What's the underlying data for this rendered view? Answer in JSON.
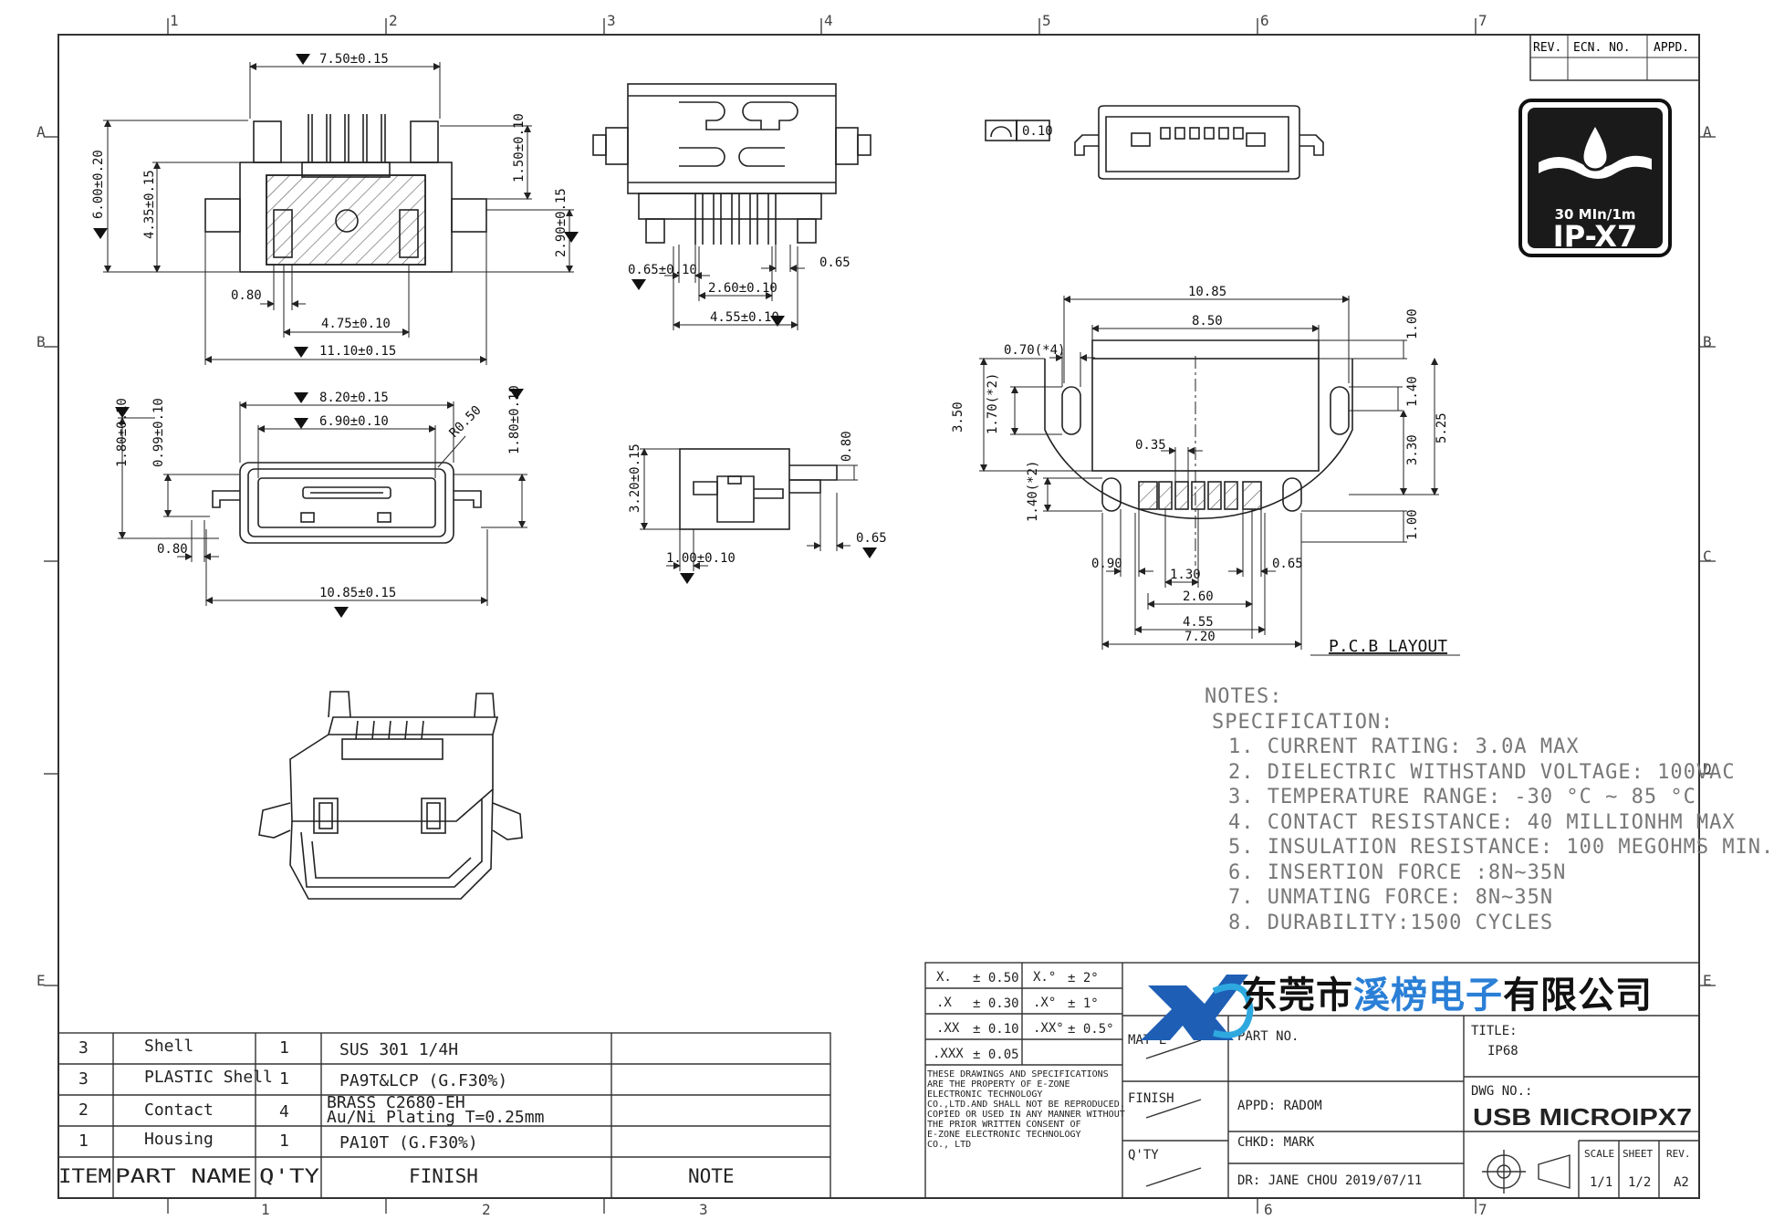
{
  "grid": {
    "top_cols": [
      "1",
      "2",
      "3",
      "4",
      "5",
      "6",
      "7"
    ],
    "bottom_cols": [
      "1",
      "2",
      "3",
      "6",
      "7"
    ],
    "rows_left": [
      "A",
      "B",
      "E"
    ],
    "rows_right": [
      "A",
      "B",
      "C",
      "D",
      "E"
    ]
  },
  "revision_block": {
    "rev": "REV.",
    "ecn": "ECN. NO.",
    "appd": "APPD."
  },
  "ip_badge": {
    "line1": "30 MIn/1m",
    "line2": "IP-X7"
  },
  "dimensions": {
    "front_top": [
      "7.50±0.15",
      "6.00±0.20",
      "4.35±0.15",
      "1.50±0.10",
      "2.90±0.15",
      "0.80",
      "4.75±0.10",
      "11.10±0.15"
    ],
    "top_view": [
      "0.65±0.10",
      "0.65",
      "2.60±0.10",
      "4.55±0.10"
    ],
    "side_small": [
      "0.10"
    ],
    "front_open": [
      "8.20±0.15",
      "6.90±0.10",
      "R0.50",
      "1.80±0.10",
      "0.99±0.10",
      "1.80±0.10",
      "0.80",
      "10.85±0.15"
    ],
    "side_view": [
      "3.20±0.15",
      "0.80",
      "1.00±0.10",
      "0.65"
    ],
    "pcb": [
      "10.85",
      "8.50",
      "0.70(*4)",
      "1.00",
      "3.50",
      "1.70(*2)",
      "1.40",
      "5.25",
      "0.35",
      "3.30",
      "1.40(*2)",
      "1.00",
      "0.90",
      "0.65",
      "1.30",
      "2.60",
      "4.55",
      "7.20"
    ],
    "pcb_title": "P.C.B LAYOUT"
  },
  "notes": {
    "title": "NOTES:",
    "subtitle": "SPECIFICATION:",
    "items": [
      "1. CURRENT RATING: 3.0A MAX",
      "2. DIELECTRIC WITHSTAND VOLTAGE: 100VAC",
      "3. TEMPERATURE RANGE: -30 °C ~ 85 °C",
      "4. CONTACT RESISTANCE: 40 MILLIONHM MAX",
      "5. INSULATION RESISTANCE: 100 MEGOHMS MIN.",
      "6.  INSERTION FORCE :8N~35N",
      "7.  UNMATING FORCE: 8N~35N",
      "8.  DURABILITY:1500 CYCLES"
    ]
  },
  "bom": {
    "headers": [
      "ITEM",
      "PART NAME",
      "Q'TY",
      "FINISH",
      "NOTE"
    ],
    "rows": [
      {
        "item": "3",
        "name": "Shell",
        "qty": "1",
        "finish": "SUS 301 1/4H",
        "finish2": "",
        "note": ""
      },
      {
        "item": "3",
        "name": "PLASTIC Shell",
        "qty": "1",
        "finish": "PA9T&LCP (G.F30%)",
        "finish2": "",
        "note": ""
      },
      {
        "item": "2",
        "name": "Contact",
        "qty": "4",
        "finish": "BRASS C2680-EH",
        "finish2": "Au/Ni  Plating  T=0.25mm",
        "note": ""
      },
      {
        "item": "1",
        "name": "Housing",
        "qty": "1",
        "finish": "PA10T (G.F30%)",
        "finish2": "",
        "note": ""
      }
    ]
  },
  "tolerance": {
    "rows": [
      {
        "k1": "X.",
        "v1": "± 0.50",
        "k2": "X.°",
        "v2": "± 2°"
      },
      {
        "k1": ".X",
        "v1": "± 0.30",
        "k2": ".X°",
        "v2": "± 1°"
      },
      {
        "k1": ".XX",
        "v1": "± 0.10",
        "k2": ".XX°",
        "v2": "± 0.5°"
      },
      {
        "k1": ".XXX",
        "v1": "± 0.05",
        "k2": "",
        "v2": ""
      }
    ],
    "disclaimer": [
      "THESE DRAWINGS AND SPECIFICATIONS",
      "ARE THE PROPERTY OF E-ZONE",
      "ELECTRONIC TECHNOLOGY",
      "CO.,LTD.AND SHALL NOT BE REPRODUCED.",
      "COPIED OR USED IN ANY MANNER WITHOUT",
      "THE PRIOR WRITTEN CONSENT OF",
      "E-ZONE ELECTRONIC TECHNOLOGY",
      "CO., LTD"
    ]
  },
  "title_block": {
    "company_a": "东莞市",
    "company_b": "溪榜电子",
    "company_c": "有限公司",
    "matl": "MAT'L",
    "finish": "FINISH",
    "qty": "Q'TY",
    "part_no_label": "PART  NO.",
    "appd": "APPD:   RADOM",
    "chkd": "CHKD:   MARK",
    "dr": "DR:     JANE CHOU 2019/07/11",
    "title_label": "TITLE:",
    "title_value": "IP68",
    "dwg_label": "DWG NO.:",
    "dwg_value": "USB MICROIPX7",
    "scale_label": "SCALE",
    "sheet_label": "SHEET",
    "rev_label": "REV.",
    "scale_value": "1/1",
    "sheet_value": "1/2",
    "rev_value": "A2"
  }
}
